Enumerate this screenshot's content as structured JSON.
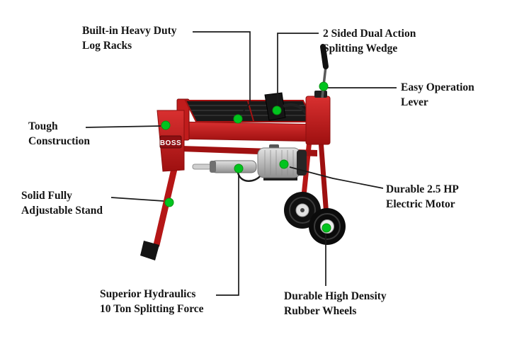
{
  "page": {
    "background": "#ffffff"
  },
  "colors": {
    "marker": "#00c41e",
    "line": "#1a1a1a",
    "machine_red": "#b51616",
    "machine_dark_red": "#8e0f12",
    "text": "#141414"
  },
  "machine": {
    "name": "log-splitter",
    "brand": "BOSS"
  },
  "callouts": [
    {
      "id": "log-racks",
      "lines": [
        "Built-in Heavy Duty",
        "Log Racks"
      ]
    },
    {
      "id": "splitting-wedge",
      "lines": [
        "2 Sided Dual Action",
        "Splitting Wedge"
      ]
    },
    {
      "id": "operation-lever",
      "lines": [
        "Easy Operation",
        "Lever"
      ]
    },
    {
      "id": "tough-construction",
      "lines": [
        "Tough",
        "Construction"
      ]
    },
    {
      "id": "adjustable-stand",
      "lines": [
        "Solid Fully",
        "Adjustable Stand"
      ]
    },
    {
      "id": "electric-motor",
      "lines": [
        "Durable 2.5 HP",
        "Electric Motor"
      ]
    },
    {
      "id": "hydraulics",
      "lines": [
        "Superior Hydraulics",
        "10 Ton Splitting Force"
      ]
    },
    {
      "id": "rubber-wheels",
      "lines": [
        "Durable High Density",
        "Rubber Wheels"
      ]
    }
  ]
}
